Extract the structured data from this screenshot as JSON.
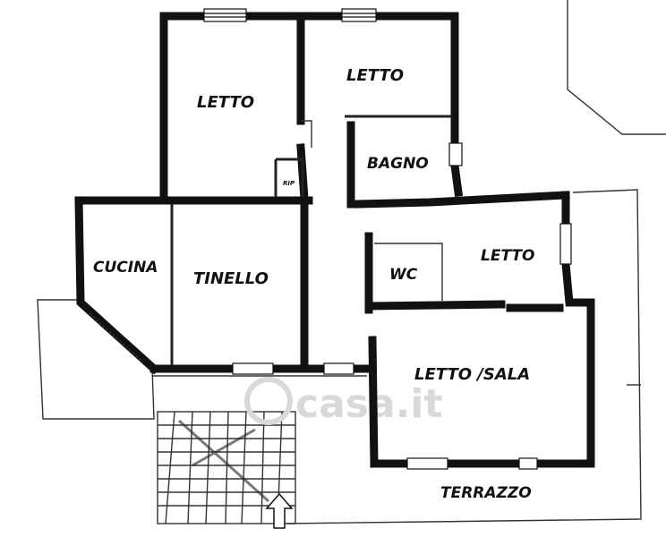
{
  "rooms": {
    "letto_nw": "LETTO",
    "letto_n": "LETTO",
    "bagno": "BAGNO",
    "rip": "RIP",
    "cucina": "CUCINA",
    "tinello": "TINELLO",
    "wc": "WC",
    "letto_e": "LETTO",
    "letto_sala": "LETTO /SALA",
    "terrazzo": "TERRAZZO"
  },
  "watermark": "casa.it",
  "colors": {
    "wall": "#111111",
    "paper": "#ffffff",
    "watermark": "#d9d9d9"
  },
  "icons": {
    "entrance": "arrow-up-icon"
  }
}
